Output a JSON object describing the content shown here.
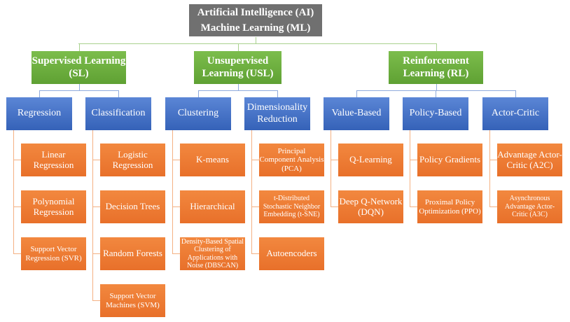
{
  "root": {
    "line1": "Artificial Intelligence (AI)",
    "line2": "Machine Learning (ML)"
  },
  "paradigms": [
    {
      "label": "Supervised Learning (SL)",
      "categories": [
        {
          "label": "Regression",
          "methods": [
            "Linear Regression",
            "Polynomial Regression",
            "Support Vector Regression (SVR)"
          ]
        },
        {
          "label": "Classification",
          "methods": [
            "Logistic Regression",
            "Decision Trees",
            "Random Forests",
            "Support Vector Machines (SVM)"
          ]
        }
      ]
    },
    {
      "label": "Unsupervised Learning (USL)",
      "categories": [
        {
          "label": "Clustering",
          "methods": [
            "K-means",
            "Hierarchical",
            "Density-Based Spatial Clustering of Applications with Noise (DBSCAN)"
          ]
        },
        {
          "label": "Dimensionality Reduction",
          "methods": [
            "Principal Component Analysis (PCA)",
            "t-Distributed Stochastic Neighbor Embedding (t-SNE)",
            "Autoencoders"
          ]
        }
      ]
    },
    {
      "label": "Reinforcement Learning (RL)",
      "categories": [
        {
          "label": "Value-Based",
          "methods": [
            "Q-Learning",
            "Deep Q-Network (DQN)"
          ]
        },
        {
          "label": "Policy-Based",
          "methods": [
            "Policy Gradients",
            "Proximal Policy Optimization (PPO)"
          ]
        },
        {
          "label": "Actor-Critic",
          "methods": [
            "Advantage Actor-Critic (A2C)",
            "Asynchronous Advantage Actor-Critic (A3C)"
          ]
        }
      ]
    }
  ],
  "colors": {
    "root": "#707070",
    "paradigm": "#6aad3d",
    "category": "#4472c4",
    "method": "#ed7d31"
  }
}
